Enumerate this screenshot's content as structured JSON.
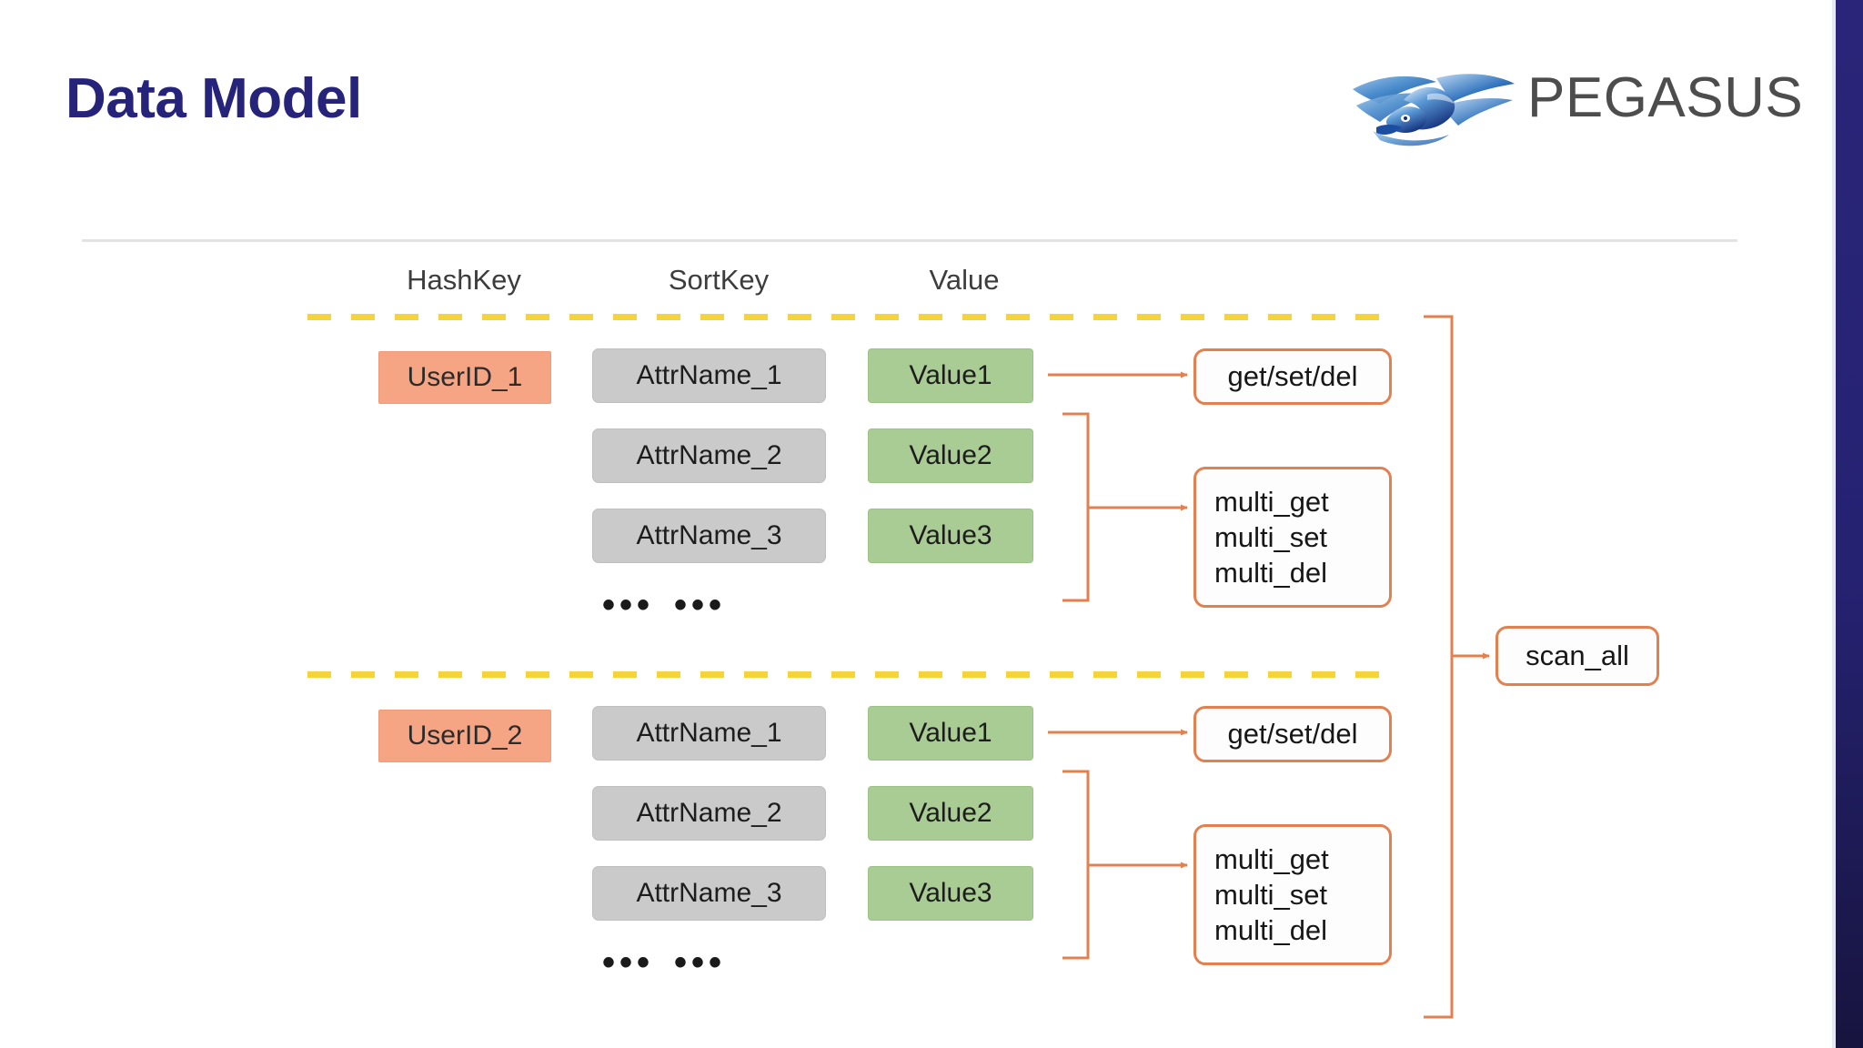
{
  "slide": {
    "title": "Data Model",
    "brand_name": "PEGASUS",
    "accent_navy": "#26237a",
    "accent_orange": "#e2804f",
    "dash_yellow": "#f5d33a",
    "hash_fill": "#f5a584",
    "sort_fill": "#cacaca",
    "value_fill": "#a9cc94"
  },
  "diagram": {
    "columns": [
      {
        "label": "HashKey"
      },
      {
        "label": "SortKey"
      },
      {
        "label": "Value"
      }
    ],
    "ellipsis": "•••",
    "groups": [
      {
        "hash_key": "UserID_1",
        "rows": [
          {
            "sort_key": "AttrName_1",
            "value": "Value1"
          },
          {
            "sort_key": "AttrName_2",
            "value": "Value2"
          },
          {
            "sort_key": "AttrName_3",
            "value": "Value3"
          }
        ],
        "single_op": "get/set/del",
        "multi_ops": [
          "multi_get",
          "multi_set",
          "multi_del"
        ]
      },
      {
        "hash_key": "UserID_2",
        "rows": [
          {
            "sort_key": "AttrName_1",
            "value": "Value1"
          },
          {
            "sort_key": "AttrName_2",
            "value": "Value2"
          },
          {
            "sort_key": "AttrName_3",
            "value": "Value3"
          }
        ],
        "single_op": "get/set/del",
        "multi_ops": [
          "multi_get",
          "multi_set",
          "multi_del"
        ]
      }
    ],
    "scan_op": "scan_all"
  }
}
